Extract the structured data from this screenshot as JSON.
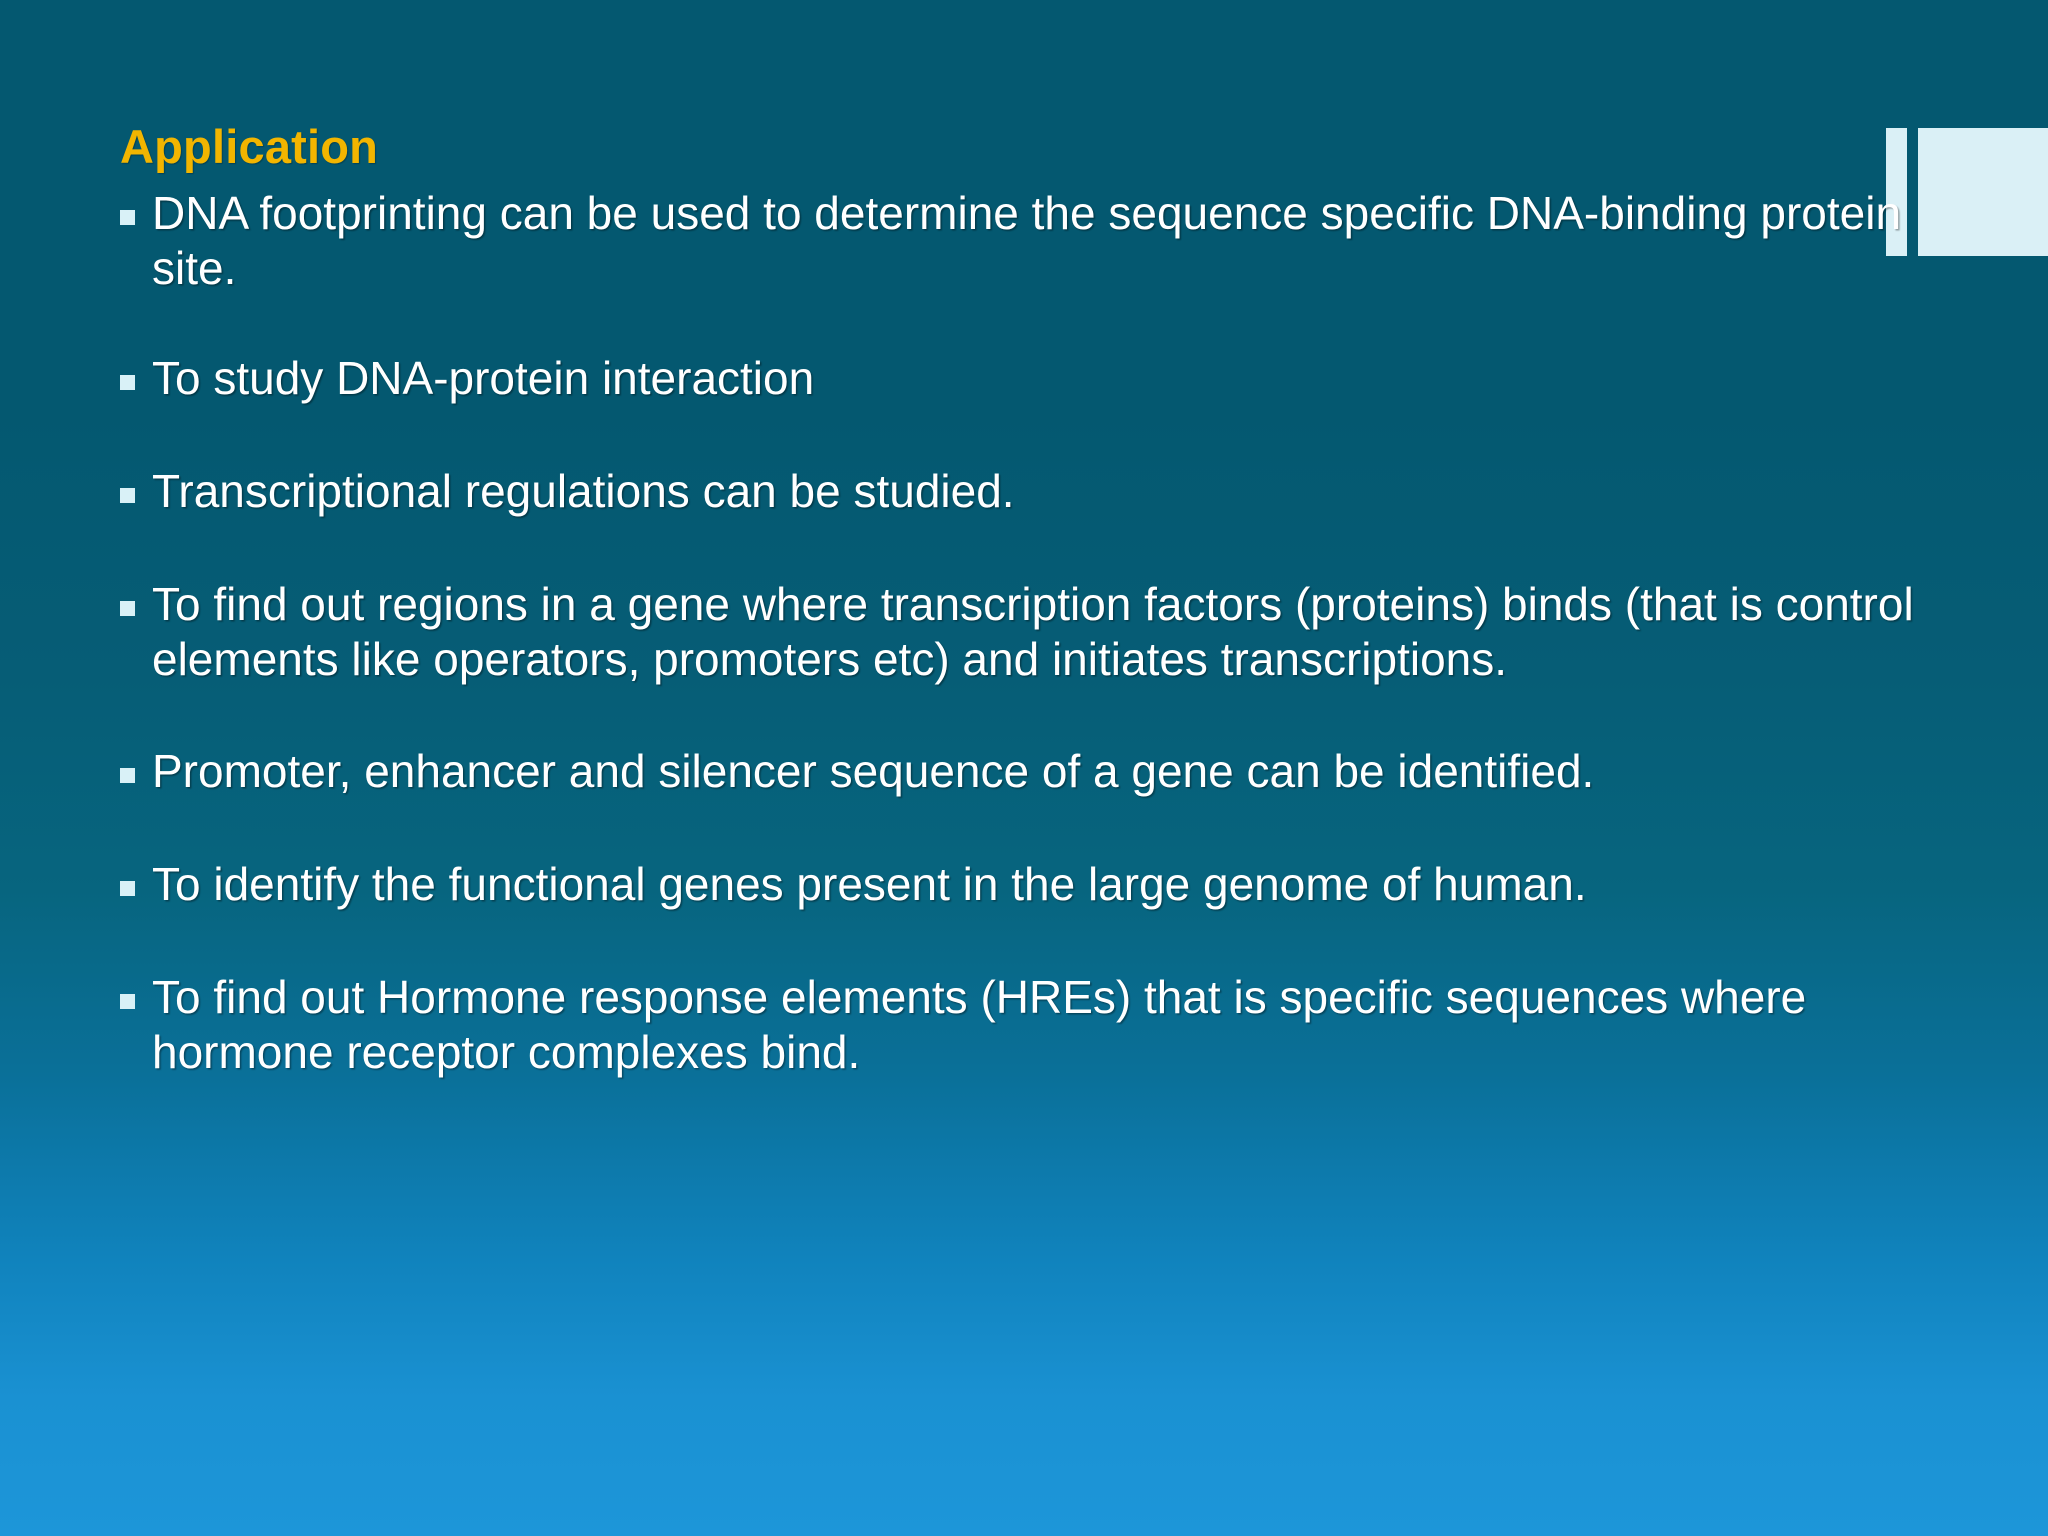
{
  "slide": {
    "title": "Application",
    "title_color": "#f2b500",
    "text_color": "#ffffff",
    "background_top_color": "#045870",
    "background_bottom_color": "#1d96d9",
    "decoration_color": "#daf0f6",
    "bullet_marker_color": "#d9f1f7",
    "bullets": [
      "DNA footprinting can be used to determine the sequence specific DNA-binding protein site.",
      "To study DNA-protein interaction",
      "Transcriptional regulations can be studied.",
      "To find out regions in a gene where transcription factors (proteins) binds (that is control elements like operators, promoters etc) and initiates transcriptions.",
      "Promoter, enhancer and silencer sequence of a gene can be identified.",
      "To identify the functional genes present in the large genome of human.",
      "To find out Hormone response elements (HREs) that is specific sequences where hormone receptor complexes bind."
    ]
  }
}
